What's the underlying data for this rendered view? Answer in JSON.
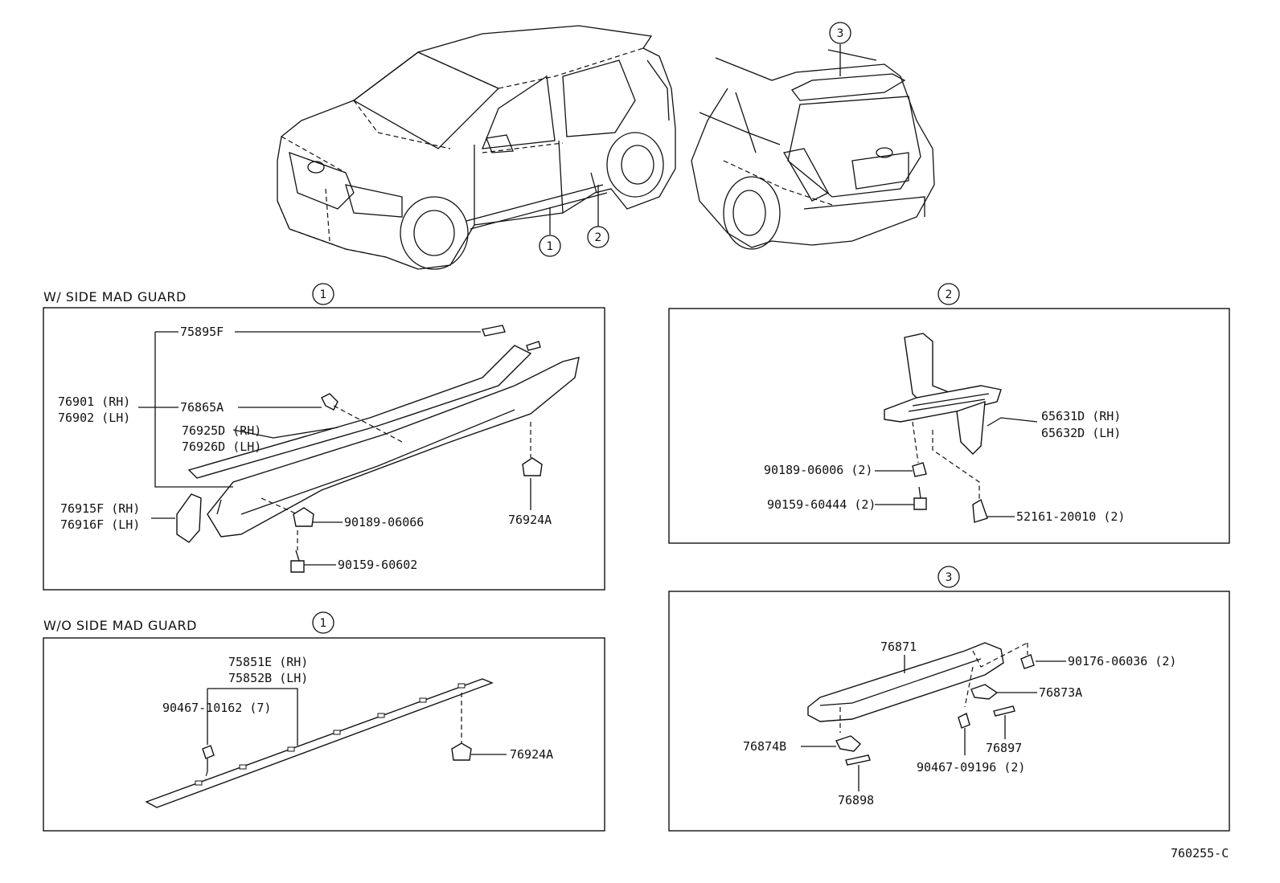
{
  "diagram_code": "760255-C",
  "overview": {
    "callout_1": "1",
    "callout_2": "2",
    "callout_3": "3"
  },
  "panel_with_guard": {
    "title": "W/ SIDE MAD GUARD",
    "callout": "1",
    "labels": {
      "p75895F": "75895F",
      "p76901": "76901 (RH)",
      "p76902": "76902 (LH)",
      "p76865A": "76865A",
      "p76925D": "76925D (RH)",
      "p76926D": "76926D (LH)",
      "p76915F": "76915F (RH)",
      "p76916F": "76916F (LH)",
      "p90189_06066": "90189-06066",
      "p90159_60602": "90159-60602",
      "p76924A": "76924A"
    }
  },
  "panel_without_guard": {
    "title": "W/O SIDE MAD GUARD",
    "callout": "1",
    "labels": {
      "p75851E": "75851E (RH)",
      "p75852B": "75852B (LH)",
      "p90467_10162": "90467-10162 (7)",
      "p76924A": "76924A"
    }
  },
  "panel_2": {
    "callout": "2",
    "labels": {
      "p65631D": "65631D (RH)",
      "p65632D": "65632D (LH)",
      "p90189_06006": "90189-06006 (2)",
      "p90159_60444": "90159-60444 (2)",
      "p52161_20010": "52161-20010 (2)"
    }
  },
  "panel_3": {
    "callout": "3",
    "labels": {
      "p76871": "76871",
      "p90176_06036": "90176-06036 (2)",
      "p76873A": "76873A",
      "p76874B": "76874B",
      "p76897": "76897",
      "p90467_09196": "90467-09196 (2)",
      "p76898": "76898"
    }
  }
}
